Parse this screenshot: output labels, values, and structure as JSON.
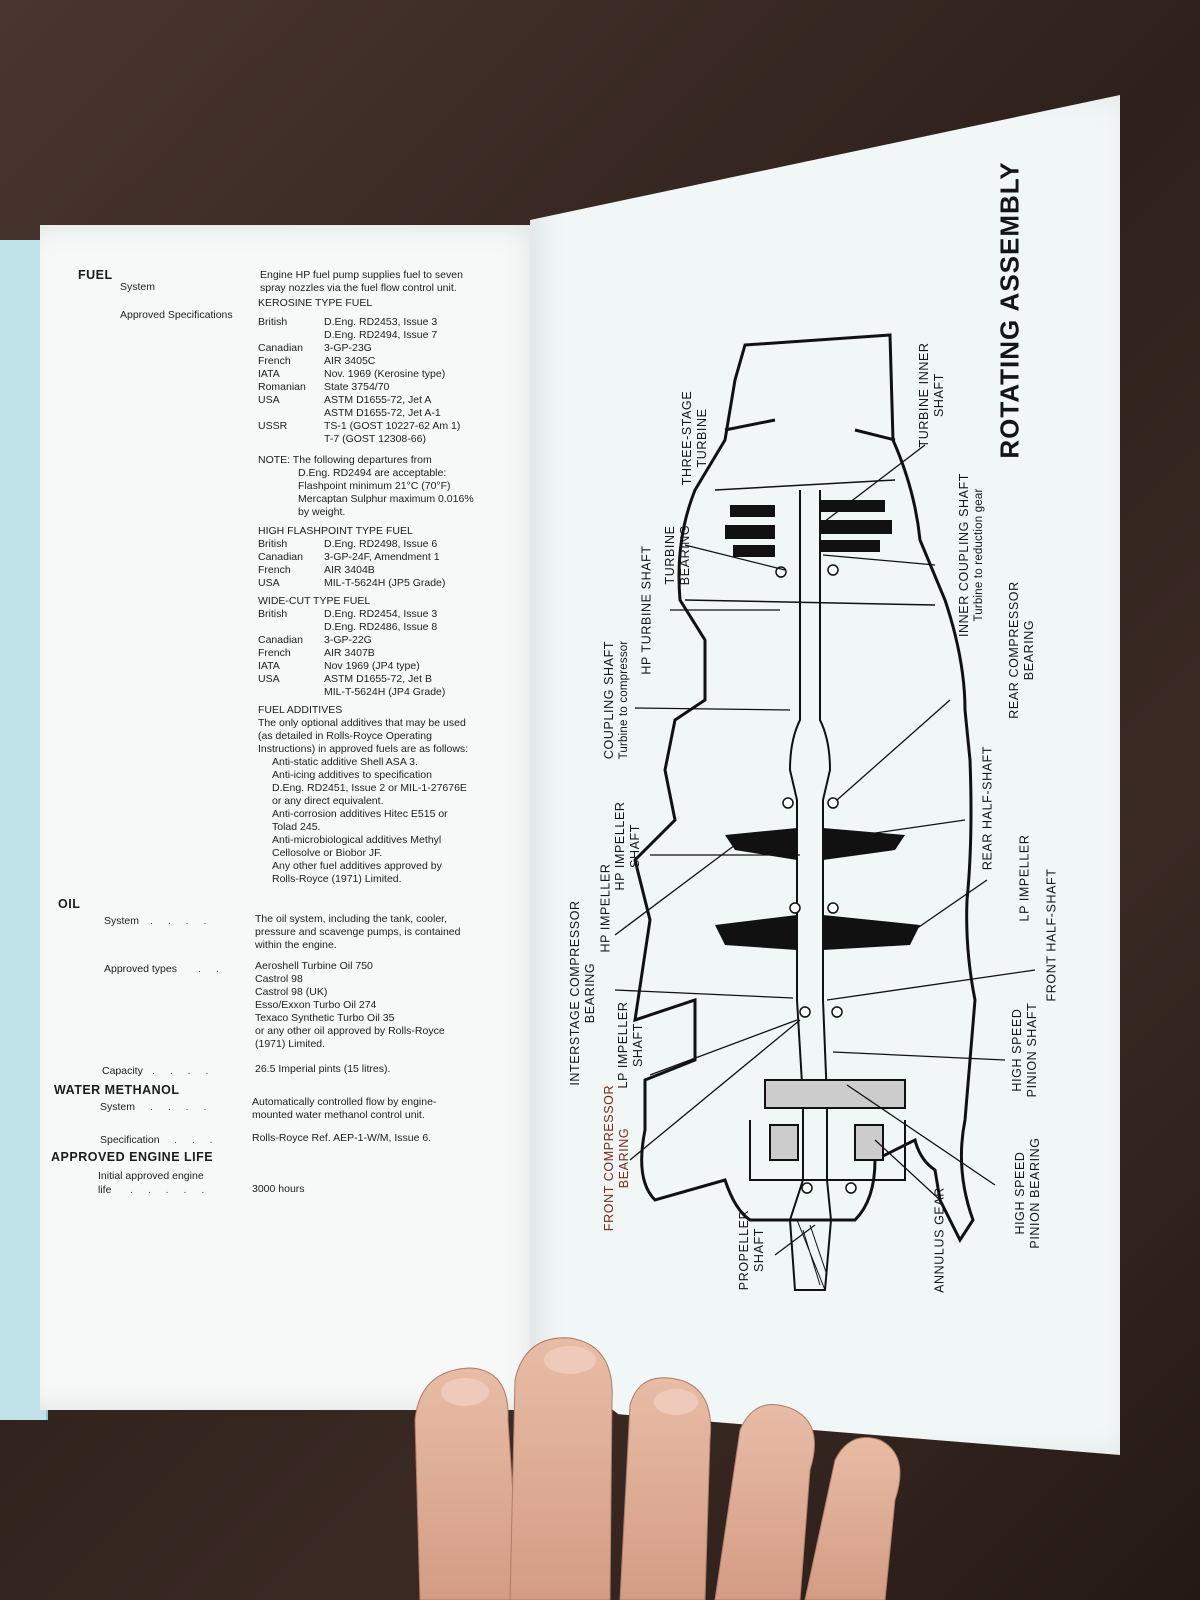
{
  "left_page": {
    "fuel": {
      "heading": "FUEL",
      "system_label": "System",
      "system_text": [
        "Engine HP fuel pump supplies fuel to seven",
        "spray nozzles via the fuel flow control unit."
      ],
      "approved_label": "Approved Specifications",
      "kerosine": {
        "title": "KEROSINE TYPE FUEL",
        "rows": [
          {
            "c": "British",
            "v": "D.Eng. RD2453, Issue 3"
          },
          {
            "c": "",
            "v": "D.Eng. RD2494, Issue 7"
          },
          {
            "c": "Canadian",
            "v": "3-GP-23G"
          },
          {
            "c": "French",
            "v": "AIR 3405C"
          },
          {
            "c": "IATA",
            "v": "Nov. 1969 (Kerosine type)"
          },
          {
            "c": "Romanian",
            "v": "State 3754/70"
          },
          {
            "c": "USA",
            "v": "ASTM D1655-72, Jet A"
          },
          {
            "c": "",
            "v": "ASTM D1655-72, Jet A-1"
          },
          {
            "c": "USSR",
            "v": "TS-1 (GOST 10227-62 Am 1)"
          },
          {
            "c": "",
            "v": "T-7 (GOST 12308-66)"
          }
        ]
      },
      "note": [
        "NOTE: The following departures from",
        "D.Eng. RD2494 are acceptable:",
        "Flashpoint minimum 21°C (70°F)",
        "Mercaptan Sulphur maximum 0.016%",
        "by weight."
      ],
      "high_flash": {
        "title": "HIGH FLASHPOINT TYPE FUEL",
        "rows": [
          {
            "c": "British",
            "v": "D.Eng. RD2498, Issue 6"
          },
          {
            "c": "Canadian",
            "v": "3-GP-24F, Amendment 1"
          },
          {
            "c": "French",
            "v": "AIR 3404B"
          },
          {
            "c": "USA",
            "v": "MIL-T-5624H (JP5 Grade)"
          }
        ]
      },
      "wide_cut": {
        "title": "WIDE-CUT TYPE FUEL",
        "rows": [
          {
            "c": "British",
            "v": "D.Eng. RD2454, Issue 3"
          },
          {
            "c": "",
            "v": "D.Eng. RD2486, Issue 8"
          },
          {
            "c": "Canadian",
            "v": "3-GP-22G"
          },
          {
            "c": "French",
            "v": "AIR 3407B"
          },
          {
            "c": "IATA",
            "v": "Nov 1969 (JP4 type)"
          },
          {
            "c": "USA",
            "v": "ASTM D1655-72, Jet B"
          },
          {
            "c": "",
            "v": "MIL-T-5624H (JP4 Grade)"
          }
        ]
      },
      "additives": {
        "title": "FUEL ADDITIVES",
        "intro": [
          "The only optional additives that may be used",
          "(as detailed in Rolls-Royce Operating",
          "Instructions) in approved fuels are as follows:"
        ],
        "items": [
          "Anti-static additive Shell ASA 3.",
          "Anti-icing additives to specification",
          "D.Eng. RD2451, Issue 2 or MIL-1-27676E",
          "or any direct equivalent.",
          "Anti-corrosion additives Hitec E515 or",
          "Tolad 245.",
          "Anti-microbiological additives Methyl",
          "Cellosolve or Biobor JF.",
          "Any other fuel additives approved by",
          "Rolls-Royce (1971) Limited."
        ]
      }
    },
    "oil": {
      "heading": "OIL",
      "system_label": "System",
      "system_text": [
        "The oil system, including the tank, cooler,",
        "pressure and scavenge pumps, is contained",
        "within the engine."
      ],
      "types_label": "Approved types",
      "types": [
        "Aeroshell Turbine Oil 750",
        "Castrol 98",
        "Castrol 98 (UK)",
        "Esso/Exxon Turbo Oil 274",
        "Texaco Synthetic Turbo Oil 35",
        "or any other oil approved by Rolls-Royce",
        "(1971) Limited."
      ],
      "capacity_label": "Capacity",
      "capacity_value": "26.5 Imperial pints (15 litres)."
    },
    "water": {
      "heading": "WATER METHANOL",
      "system_label": "System",
      "system_text": [
        "Automatically controlled flow by engine-",
        "mounted water methanol control unit."
      ],
      "spec_label": "Specification",
      "spec_value": "Rolls-Royce Ref. AEP-1-W/M, Issue 6."
    },
    "life": {
      "heading": "APPROVED ENGINE LIFE",
      "label_1": "Initial approved engine",
      "label_2": "life",
      "value": "3000 hours"
    }
  },
  "right_page": {
    "title": "ROTATING ASSEMBLY",
    "callouts": {
      "turbine_inner_shaft": [
        "TURBINE INNER",
        "SHAFT"
      ],
      "three_stage_turbine": [
        "THREE-STAGE",
        "TURBINE"
      ],
      "inner_coupling_shaft": "INNER COUPLING SHAFT",
      "inner_coupling_sub": "Turbine to reduction gear",
      "turbine_bearing": [
        "TURBINE",
        "BEARING"
      ],
      "hp_turbine_shaft": "HP TURBINE SHAFT",
      "rear_compressor_bearing": [
        "REAR COMPRESSOR",
        "BEARING"
      ],
      "coupling_shaft": "COUPLING SHAFT",
      "coupling_sub": "Turbine to compressor",
      "rear_half_shaft": "REAR HALF-SHAFT",
      "hp_impeller_shaft": [
        "HP IMPELLER",
        "SHAFT"
      ],
      "hp_impeller": "HP IMPELLER",
      "lp_impeller": "LP IMPELLER",
      "front_half_shaft": "FRONT HALF-SHAFT",
      "interstage_bearing": [
        "INTERSTAGE COMPRESSOR",
        "BEARING"
      ],
      "lp_impeller_shaft": [
        "LP IMPELLER",
        "SHAFT"
      ],
      "high_speed_pinion_shaft": [
        "HIGH SPEED",
        "PINION SHAFT"
      ],
      "front_compressor_bearing": [
        "FRONT COMPRESSOR",
        "BEARING"
      ],
      "high_speed_pinion_bearing": [
        "HIGH SPEED",
        "PINION BEARING"
      ],
      "propeller_shaft": [
        "PROPELLER",
        "SHAFT"
      ],
      "annulus_gear": "ANNULUS GEAR"
    }
  }
}
